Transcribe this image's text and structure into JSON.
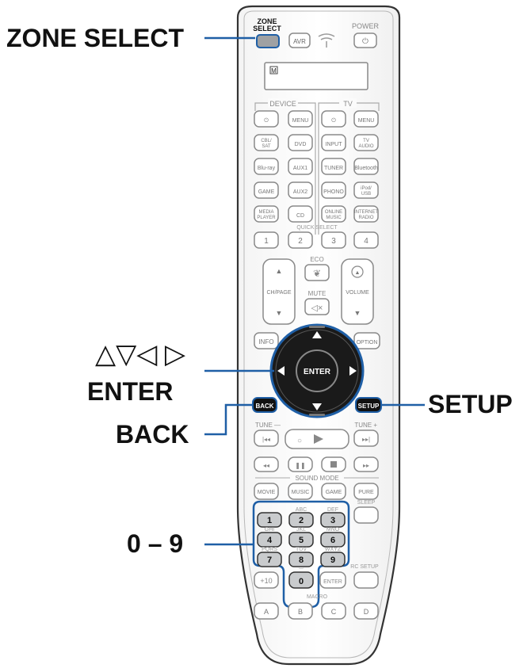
{
  "callouts": {
    "zone_select": "ZONE SELECT",
    "arrows": "△▽◁ ▷",
    "enter": "ENTER",
    "back": "BACK",
    "setup": "SETUP",
    "digits": "0 – 9"
  },
  "remote": {
    "top": {
      "zone_select": [
        "ZONE",
        "SELECT"
      ],
      "avr": "AVR",
      "power": "POWER"
    },
    "display_indicator": "M",
    "section_labels": {
      "device": "DEVICE",
      "tv": "TV",
      "quick_select": "QUICK SELECT",
      "eco": "ECO",
      "mute": "MUTE",
      "sound_mode": "SOUND MODE",
      "tune_minus": "TUNE —",
      "tune_plus": "TUNE +",
      "macro": "MACRO",
      "rc_setup": "RC SETUP",
      "sleep": "SLEEP"
    },
    "source_rows": [
      [
        [
          "⏻"
        ],
        [
          "MENU"
        ],
        [
          "⏻"
        ],
        [
          "MENU"
        ]
      ],
      [
        [
          "CBL/",
          "SAT"
        ],
        [
          "DVD"
        ],
        [
          "INPUT"
        ],
        [
          "TV",
          "AUDIO"
        ]
      ],
      [
        [
          "Blu-ray"
        ],
        [
          "AUX1"
        ],
        [
          "TUNER"
        ],
        [
          "Bluetooth"
        ]
      ],
      [
        [
          "GAME"
        ],
        [
          "AUX2"
        ],
        [
          "PHONO"
        ],
        [
          "iPod/",
          "USB"
        ]
      ],
      [
        [
          "MEDIA",
          "PLAYER"
        ],
        [
          "CD"
        ],
        [
          "ONLINE",
          "MUSIC"
        ],
        [
          "INTERNET",
          "RADIO"
        ]
      ]
    ],
    "quick_select": [
      "1",
      "2",
      "3",
      "4"
    ],
    "ch_page": "CH/PAGE",
    "volume": "VOLUME",
    "info": "INFO",
    "option": "OPTION",
    "enter": "ENTER",
    "back": "BACK",
    "setup": "SETUP",
    "sound_modes": [
      "MOVIE",
      "MUSIC",
      "GAME",
      "PURE"
    ],
    "keypad": {
      "letters": [
        "",
        "ABC",
        "DEF",
        "GHI",
        "JKL",
        "MNO",
        "PQRS",
        "TUV",
        "WXYZ"
      ],
      "digits": [
        "1",
        "2",
        "3",
        "4",
        "5",
        "6",
        "7",
        "8",
        "9"
      ],
      "plus10": "+10",
      "zero": "0",
      "enter": "ENTER"
    },
    "macro_buttons": [
      "A",
      "B",
      "C",
      "D"
    ]
  },
  "colors": {
    "highlight": "#1f5fa6",
    "outline": "#9a9a9a",
    "button": "#cfcfcf"
  }
}
